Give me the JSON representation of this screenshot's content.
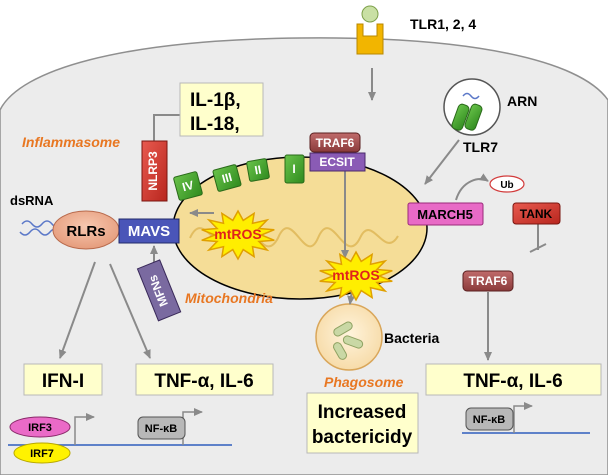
{
  "receptors": {
    "tlr124": "TLR1, 2, 4",
    "tlr7": "TLR7",
    "arn": "ARN",
    "dsrna": "dsRNA",
    "rlrs": "RLRs",
    "mavs": "MAVS",
    "nlrp3": "NLRP3",
    "mfns": "MFNs"
  },
  "regions": {
    "inflammasome": "Inflammasome",
    "mitochondria": "Mitochondria",
    "phagosome": "Phagosome",
    "bacteria": "Bacteria"
  },
  "complexes": [
    "IV",
    "III",
    "II",
    "I"
  ],
  "proteins": {
    "traf6_top": "TRAF6",
    "ecsit": "ECSIT",
    "march5": "MARCH5",
    "ub": "Ub",
    "tank": "TANK",
    "traf6_right": "TRAF6"
  },
  "ros": {
    "mito": "mtROS",
    "cyto": "mtROS"
  },
  "outputs": {
    "il_line1": "IL-1β,",
    "il_line2": "IL-18,",
    "ifn": "IFN-I",
    "tnf_left": "TNF-α, IL-6",
    "tnf_right": "TNF-α, IL-6",
    "bactericidy_line1": "Increased",
    "bactericidy_line2": "bactericidy"
  },
  "transcription": {
    "irf3": "IRF3",
    "irf7": "IRF7",
    "nfkb_left": "NF-κB",
    "nfkb_right": "NF-κB"
  },
  "colors": {
    "cell_bg": "#ececec",
    "mito_fill": "#f5dd97",
    "output_box": "#ffffcc",
    "accent_orange": "#e87722",
    "complex_green": "#3f9e2a",
    "mavs_blue": "#4a55b8",
    "march5_pink": "#e86ac6",
    "red": "#d23b3b",
    "ros_yellow": "#ffee00"
  }
}
